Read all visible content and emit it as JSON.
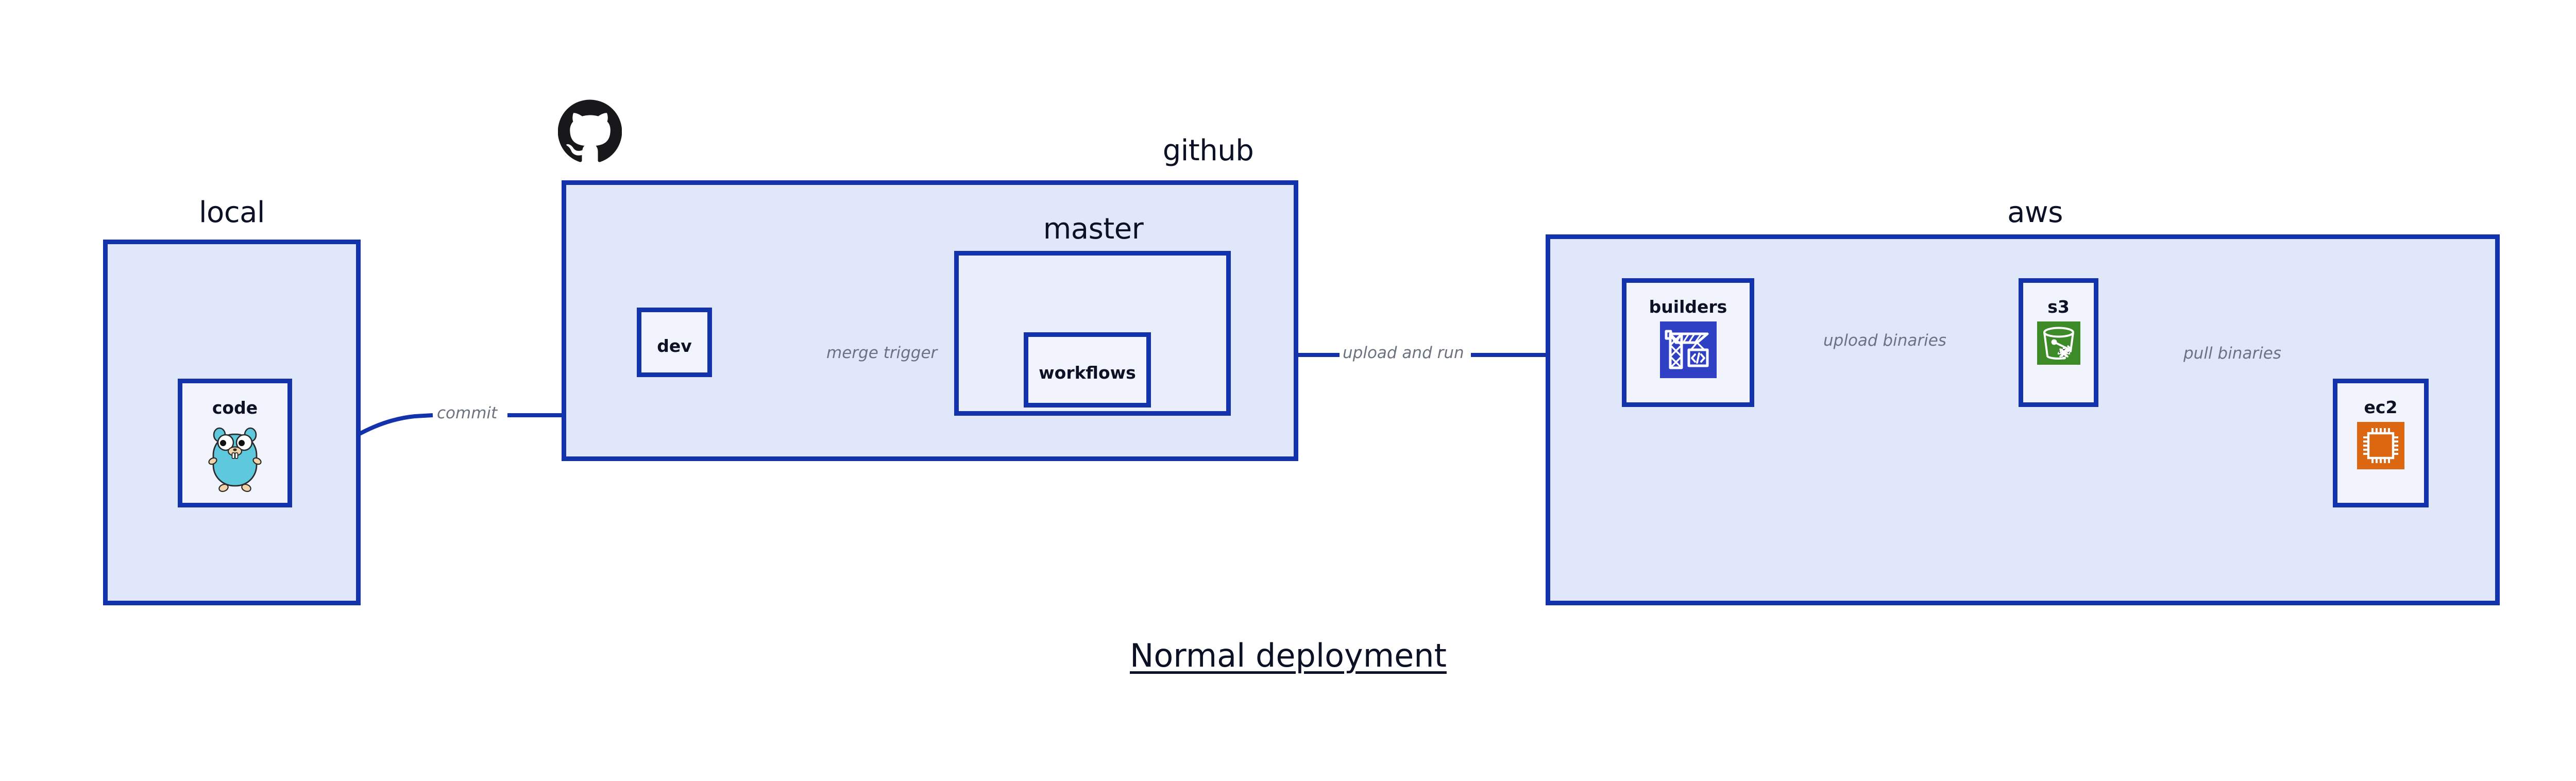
{
  "title": "Normal deployment",
  "groups": [
    {
      "id": "local",
      "label": "local"
    },
    {
      "id": "github",
      "label": "github"
    },
    {
      "id": "master",
      "label": "master"
    },
    {
      "id": "aws",
      "label": "aws"
    }
  ],
  "nodes": [
    {
      "id": "code",
      "label": "code",
      "icon": "go-gopher-icon"
    },
    {
      "id": "dev",
      "label": "dev",
      "icon": "none"
    },
    {
      "id": "workflows",
      "label": "workflows",
      "icon": "none"
    },
    {
      "id": "builders",
      "label": "builders",
      "icon": "aws-codebuild-crane-icon"
    },
    {
      "id": "s3",
      "label": "s3",
      "icon": "aws-s3-bucket-icon"
    },
    {
      "id": "ec2",
      "label": "ec2",
      "icon": "aws-ec2-chip-icon"
    }
  ],
  "edges": [
    {
      "id": "commit",
      "from": "code",
      "to": "dev",
      "label": "commit"
    },
    {
      "id": "merge-trigger",
      "from": "dev",
      "to": "workflows",
      "label": "merge trigger"
    },
    {
      "id": "upload-and-run",
      "from": "workflows",
      "to": "builders",
      "label": "upload and run"
    },
    {
      "id": "upload-binaries",
      "from": "builders",
      "to": "s3",
      "label": "upload binaries"
    },
    {
      "id": "pull-binaries",
      "from": "s3",
      "to": "ec2",
      "label": "pull binaries"
    }
  ],
  "logos": [
    {
      "id": "github-octocat",
      "name": "github-octocat-logo"
    }
  ],
  "colors": {
    "edge": "#1333ad",
    "group_border": "#1333ad",
    "group_fill": "#e1e7fa",
    "subgroup_fill": "#eaeefb",
    "node_fill": "#f1f4fd",
    "label_text": "#0d1126",
    "edge_label_text": "#6b7280",
    "aws_builders_tile": "#3040c4",
    "aws_s3_tile": "#3d8b28",
    "aws_ec2_tile": "#dd6611",
    "gopher_body": "#5ec9dd",
    "gopher_limb": "#f2d2a7",
    "octocat": "#18181b",
    "background": "#ffffff"
  }
}
